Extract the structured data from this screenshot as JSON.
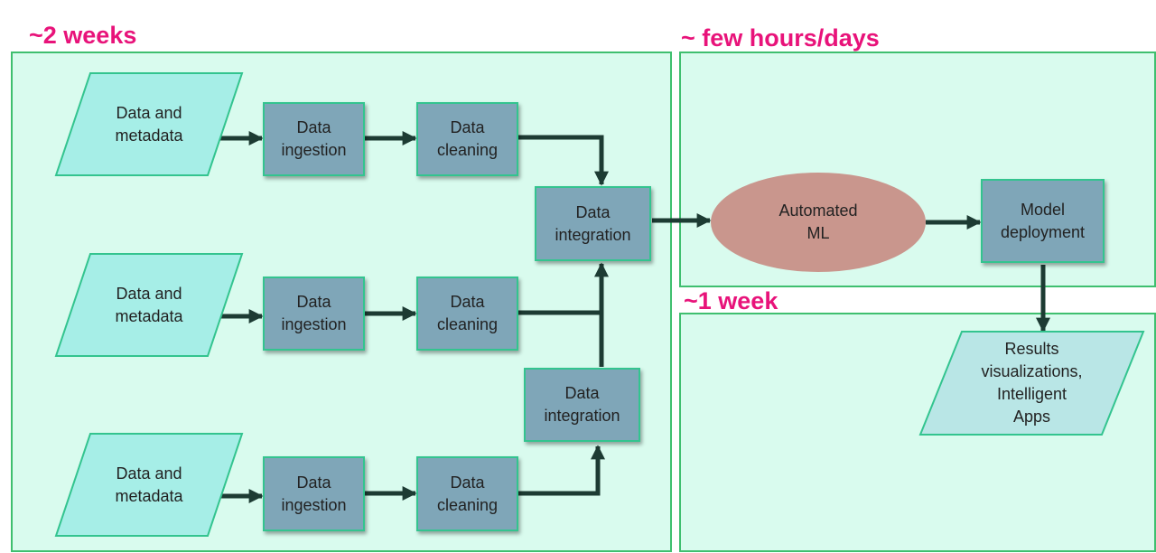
{
  "regions": {
    "ingest_phase": {
      "heading": "~2 weeks"
    },
    "ml_phase": {
      "heading": "~ few hours/days"
    },
    "deploy_phase": {
      "heading": "~1 week"
    }
  },
  "pipelines": [
    {
      "source": "Data and\nmetadata",
      "ingestion": "Data\ningestion",
      "cleaning": "Data\ncleaning"
    },
    {
      "source": "Data and\nmetadata",
      "ingestion": "Data\ningestion",
      "cleaning": "Data\ncleaning"
    },
    {
      "source": "Data and\nmetadata",
      "ingestion": "Data\ningestion",
      "cleaning": "Data\ncleaning"
    }
  ],
  "integration_main": "Data\nintegration",
  "integration_lower": "Data\nintegration",
  "automl": "Automated\nML",
  "deployment": "Model\ndeployment",
  "results": "Results\nvisualizations,\nIntelligent\nApps",
  "colors": {
    "region_fill": "#d9fbee",
    "region_border": "#3fbf6f",
    "heading": "#e8137a",
    "process_box": "#7fa6b8",
    "box_border": "#33c48f",
    "data_shape": "#a6eee7",
    "results_shape": "#b9e6e6",
    "automl_fill": "#c9968d",
    "arrow": "#1d3b33"
  }
}
